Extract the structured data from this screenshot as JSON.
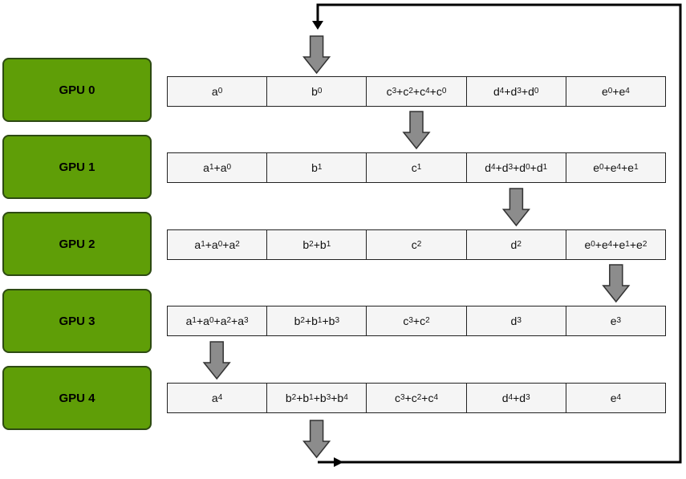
{
  "gpus": [
    {
      "label": "GPU 0",
      "cells": [
        "a_{0}",
        "b_{0}",
        "c_{3}+c_{2}+c_{4}+c_{0}",
        "d_{4}+d_{3}+d_{0}",
        "e_{0}+e_{4}"
      ]
    },
    {
      "label": "GPU 1",
      "cells": [
        "a_{1}+a_{0}",
        "b_{1}",
        "c_{1}",
        "d_{4}+d_{3}+d_{0}+d_{1}",
        "e_{0}+e_{4}+e_{1}"
      ]
    },
    {
      "label": "GPU 2",
      "cells": [
        "a_{1}+a_{0}+a_{2}",
        "b_{2}+b_{1}",
        "c_{2}",
        "d_{2}",
        "e_{0}+e_{4}+e_{1}+e_{2}"
      ]
    },
    {
      "label": "GPU 3",
      "cells": [
        "a_{1}+a_{0}+a_{2}+a_{3}",
        "b_{2}+b_{1}+b_{3}",
        "c_{3}+c_{2}",
        "d_{3}",
        "e_{3}"
      ]
    },
    {
      "label": "GPU 4",
      "cells": [
        "a_{4}",
        "b_{2}+b_{1}+b_{3}+b_{4}",
        "c_{3}+c_{2}+c_{4}",
        "d_{4}+d_{3}",
        "e_{4}"
      ]
    }
  ],
  "transfers": [
    {
      "into_row": 0,
      "column": 1
    },
    {
      "into_row": 1,
      "column": 2
    },
    {
      "into_row": 2,
      "column": 3
    },
    {
      "into_row": 3,
      "column": 4
    },
    {
      "into_row": 4,
      "column": 0
    },
    {
      "into_row": 5,
      "column": 1
    }
  ],
  "colors": {
    "gpu_fill": "#5f9e07",
    "gpu_border": "#2d4a12",
    "arrow_fill": "#8c8c8c",
    "cell_fill": "#f5f5f5"
  }
}
